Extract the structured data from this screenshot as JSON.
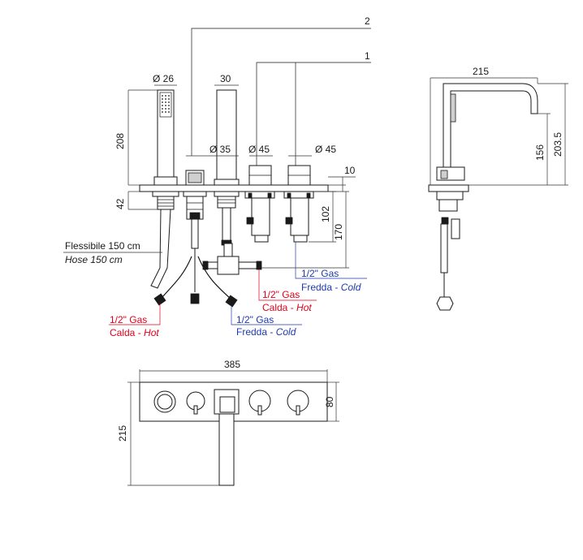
{
  "labels": {
    "ref_2": "2",
    "ref_1": "1",
    "d_shower": "Ø 26",
    "w_spout": "30",
    "h_shower": "208",
    "d_35": "Ø 35",
    "d_45a": "Ø 45",
    "d_45b": "Ø 45",
    "deck_10": "10",
    "below_42": "42",
    "h_102": "102",
    "h_170": "170",
    "hose_it": "Flessibile 150 cm",
    "hose_en": "Hose 150 cm",
    "gas_cold_right": "1/2\" Gas",
    "cold_right_it": "Fredda - ",
    "cold_right_en": "Cold",
    "gas_hot_mid": "1/2\" Gas",
    "hot_mid_it": "Calda - ",
    "hot_mid_en": "Hot",
    "gas_hot_left": "1/2\" Gas",
    "hot_left_it": "Calda - ",
    "hot_left_en": "Hot",
    "gas_cold_mid": "1/2\" Gas",
    "cold_mid_it": "Fredda - ",
    "cold_mid_en": "Cold",
    "side_w": "215",
    "side_h1": "156",
    "side_h2": "203.5",
    "plan_w": "385",
    "plan_d": "80",
    "plan_spout": "215"
  },
  "colors": {
    "hot": "#e2001a",
    "cold": "#1e3ab0",
    "line": "#1a1a1a"
  }
}
